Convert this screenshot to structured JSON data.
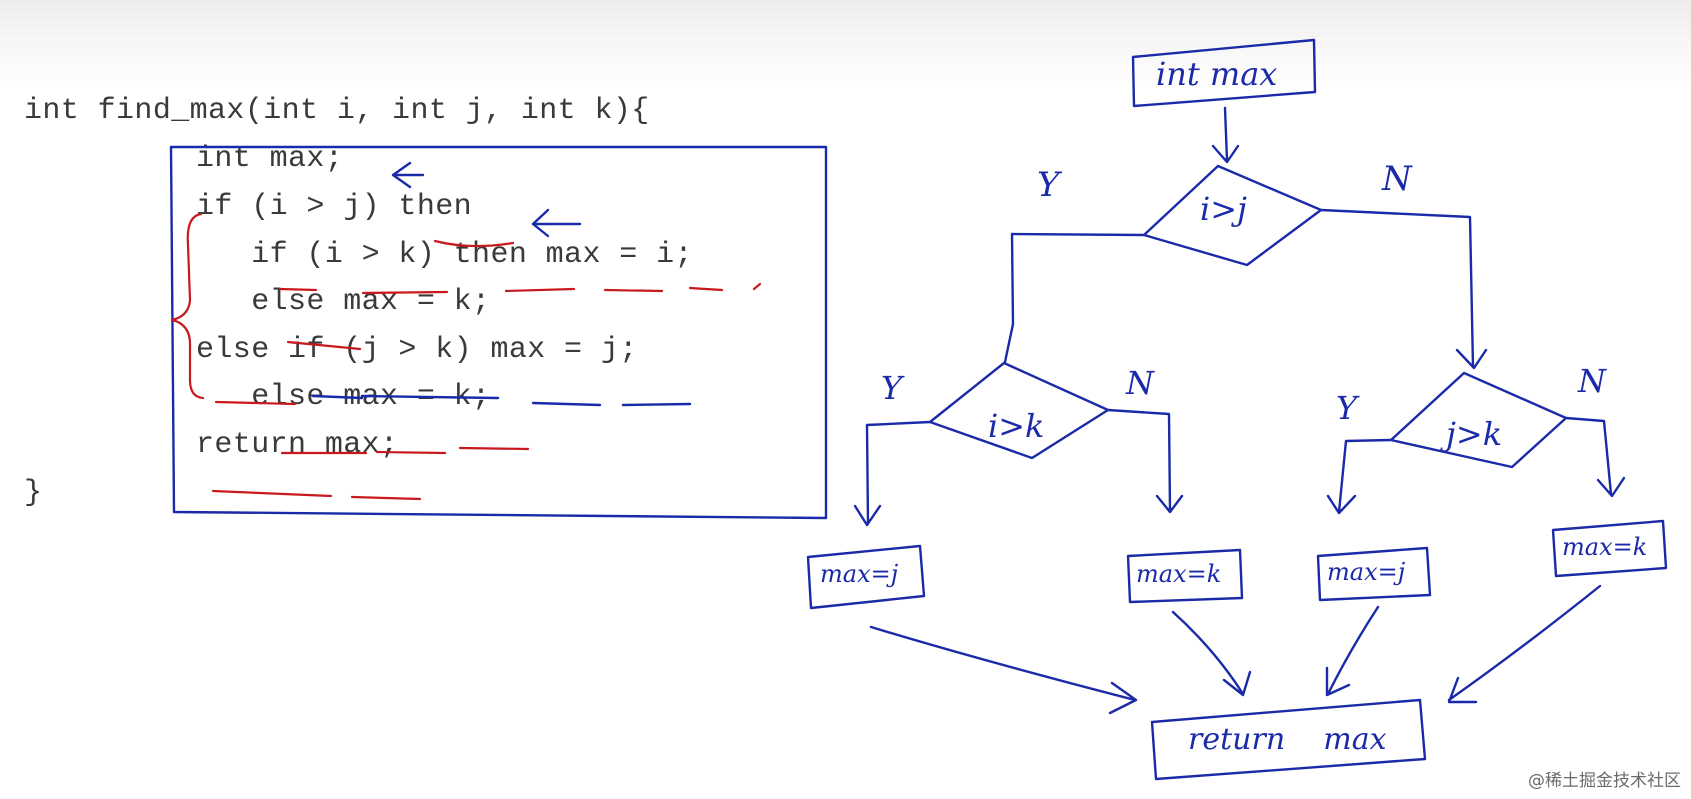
{
  "code": {
    "signature": "int find_max(int i, int j, int k){",
    "body": [
      "int max;",
      "if (i > j) then",
      "   if (i > k) then max = i;",
      "   else max = k;",
      "else if (j > k) max = j;",
      "   else max = k;",
      "return max;"
    ],
    "closing": "}"
  },
  "flowchart": {
    "start": "int max",
    "decision_top": "i>j",
    "decision_left": "i>k",
    "decision_right": "j>k",
    "branch_yes": "Y",
    "branch_no": "N",
    "box_1": "max=j",
    "box_2": "max=k",
    "box_3": "max=j",
    "box_4": "max=k",
    "end": "return    max"
  },
  "watermark": "@稀土掘金技术社区",
  "colors": {
    "ink_blue": "#1a2aa8",
    "ink_red": "#c8191e",
    "code_text": "#3a3a3a"
  }
}
